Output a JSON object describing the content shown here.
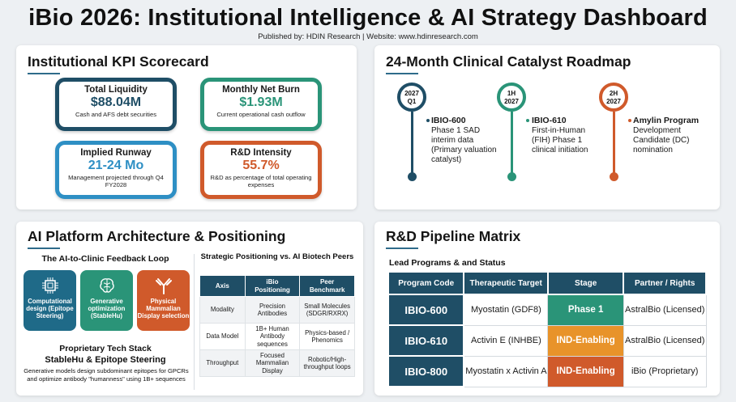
{
  "header": {
    "title": "iBio 2026: Institutional Intelligence & AI Strategy Dashboard",
    "subtitle": "Published by: HDIN Research | Website: www.hdinresearch.com"
  },
  "kpi": {
    "title": "Institutional KPI Scorecard",
    "cards": [
      {
        "label": "Total Liquidity",
        "value": "$88.04M",
        "note": "Cash and AFS debt securities",
        "color": "#1f4e66"
      },
      {
        "label": "Monthly Net Burn",
        "value": "$1.93M",
        "note": "Current operational cash outflow",
        "color": "#2a9478"
      },
      {
        "label": "Implied Runway",
        "value": "21-24 Mo",
        "note": "Management projected through Q4 FY2028",
        "color": "#2e8fc4"
      },
      {
        "label": "R&D Intensity",
        "value": "55.7%",
        "note": "R&D as percentage of total operating expenses",
        "color": "#d05a2b"
      }
    ]
  },
  "roadmap": {
    "title": "24-Month Clinical Catalyst Roadmap",
    "items": [
      {
        "period_top": "2027",
        "period_bottom": "Q1",
        "program": "IBIO-600",
        "desc": "Phase 1 SAD interim data (Primary valuation catalyst)",
        "color": "#1f4e66"
      },
      {
        "period_top": "1H",
        "period_bottom": "2027",
        "program": "IBIO-610",
        "desc": "First-in-Human (FIH) Phase 1 clinical initiation",
        "color": "#2a9478"
      },
      {
        "period_top": "2H",
        "period_bottom": "2027",
        "program": "Amylin Program",
        "desc": "Development Candidate (DC) nomination",
        "color": "#d05a2b"
      }
    ]
  },
  "ai_platform": {
    "title": "AI Platform Architecture & Positioning",
    "loop_title": "The AI-to-Clinic Feedback Loop",
    "loop_boxes": [
      {
        "label": "Computational design (Epitope Steering)",
        "icon": "computer-chip-icon",
        "color": "#1f6a88"
      },
      {
        "label": "Generative optimization (StableHu)",
        "icon": "brain-icon",
        "color": "#2a9478"
      },
      {
        "label": "Physical Mammalian Display selection",
        "icon": "antibody-icon",
        "color": "#d05a2b"
      }
    ],
    "tech_title": "Proprietary Tech Stack",
    "tech_subtitle": "StableHu & Epitope Steering",
    "tech_desc": "Generative models design subdominant epitopes for GPCRs and optimize antibody \"humanness\" using 1B+ sequences",
    "positioning_title": "Strategic Positioning vs. AI Biotech Peers",
    "table": {
      "headers": [
        "Axis",
        "iBio Positioning",
        "Peer Benchmark"
      ],
      "rows": [
        [
          "Modality",
          "Precision Antibodies",
          "Small Molecules (SDGR/RXRX)"
        ],
        [
          "Data Model",
          "1B+ Human Antibody sequences",
          "Physics-based / Phenomics"
        ],
        [
          "Throughput",
          "Focused Mammalian Display",
          "Robotic/High-throughput loops"
        ]
      ]
    }
  },
  "pipeline": {
    "title": "R&D Pipeline Matrix",
    "subtitle": "Lead Programs & and Status",
    "headers": [
      "Program Code",
      "Therapeutic Target",
      "Stage",
      "Partner / Rights"
    ],
    "rows": [
      {
        "code": "IBIO-600",
        "target": "Myostatin (GDF8)",
        "stage": "Phase 1",
        "stage_color": "#2a9478",
        "partner": "AstralBio (Licensed)"
      },
      {
        "code": "IBIO-610",
        "target": "Activin E (INHBE)",
        "stage": "IND-Enabling",
        "stage_color": "#e8932a",
        "partner": "AstralBio (Licensed)"
      },
      {
        "code": "IBIO-800",
        "target": "Myostatin x Activin A",
        "stage": "IND-Enabling",
        "stage_color": "#d05a2b",
        "partner": "iBio (Proprietary)"
      }
    ]
  }
}
